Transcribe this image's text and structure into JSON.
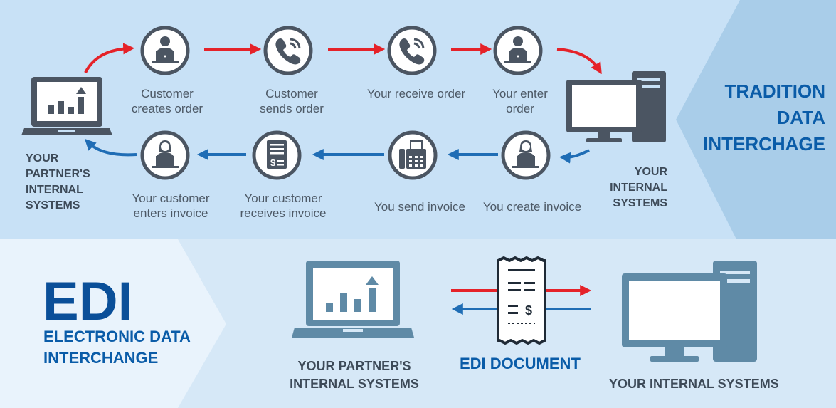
{
  "colors": {
    "top_band": "#c8e1f6",
    "title_chevron": "#a9cde9",
    "bottom_band": "#d6e8f7",
    "edi_chevron": "#e9f3fc",
    "circle": "#4b5562",
    "device": "#5f8aa6",
    "arrow_red": "#e52229",
    "arrow_blue": "#1f6db5",
    "title_blue": "#0a5ca8"
  },
  "traditional": {
    "title_lines": [
      "TRADITION",
      "DATA",
      "INTERCHAGE"
    ],
    "partner_lines": [
      "YOUR",
      "PARTNER'S",
      "INTERNAL",
      "SYSTEMS"
    ],
    "internal_lines": [
      "YOUR",
      "INTERNAL",
      "SYSTEMS"
    ],
    "order_steps": [
      {
        "icon": "customer-laptop-icon",
        "lines": [
          "Customer",
          "creates order"
        ]
      },
      {
        "icon": "phone-icon",
        "lines": [
          "Customer",
          "sends order"
        ]
      },
      {
        "icon": "phone-icon",
        "lines": [
          "Your receive order"
        ]
      },
      {
        "icon": "customer-laptop-icon",
        "lines": [
          "Your enter",
          "order"
        ]
      }
    ],
    "invoice_steps": [
      {
        "icon": "customer-laptop-icon",
        "lines": [
          "Your customer",
          "enters invoice"
        ]
      },
      {
        "icon": "invoice-document-icon",
        "lines": [
          "Your customer",
          "receives invoice"
        ]
      },
      {
        "icon": "fax-icon",
        "lines": [
          "You send invoice"
        ]
      },
      {
        "icon": "customer-laptop-icon",
        "lines": [
          "You create invoice"
        ]
      }
    ]
  },
  "edi": {
    "title": "EDI",
    "subtitle_lines": [
      "ELECTRONIC DATA",
      "INTERCHANGE"
    ],
    "partner_caption_lines": [
      "YOUR PARTNER'S",
      "INTERNAL SYSTEMS"
    ],
    "document_caption": "EDI DOCUMENT",
    "internal_caption": "YOUR INTERNAL SYSTEMS"
  }
}
